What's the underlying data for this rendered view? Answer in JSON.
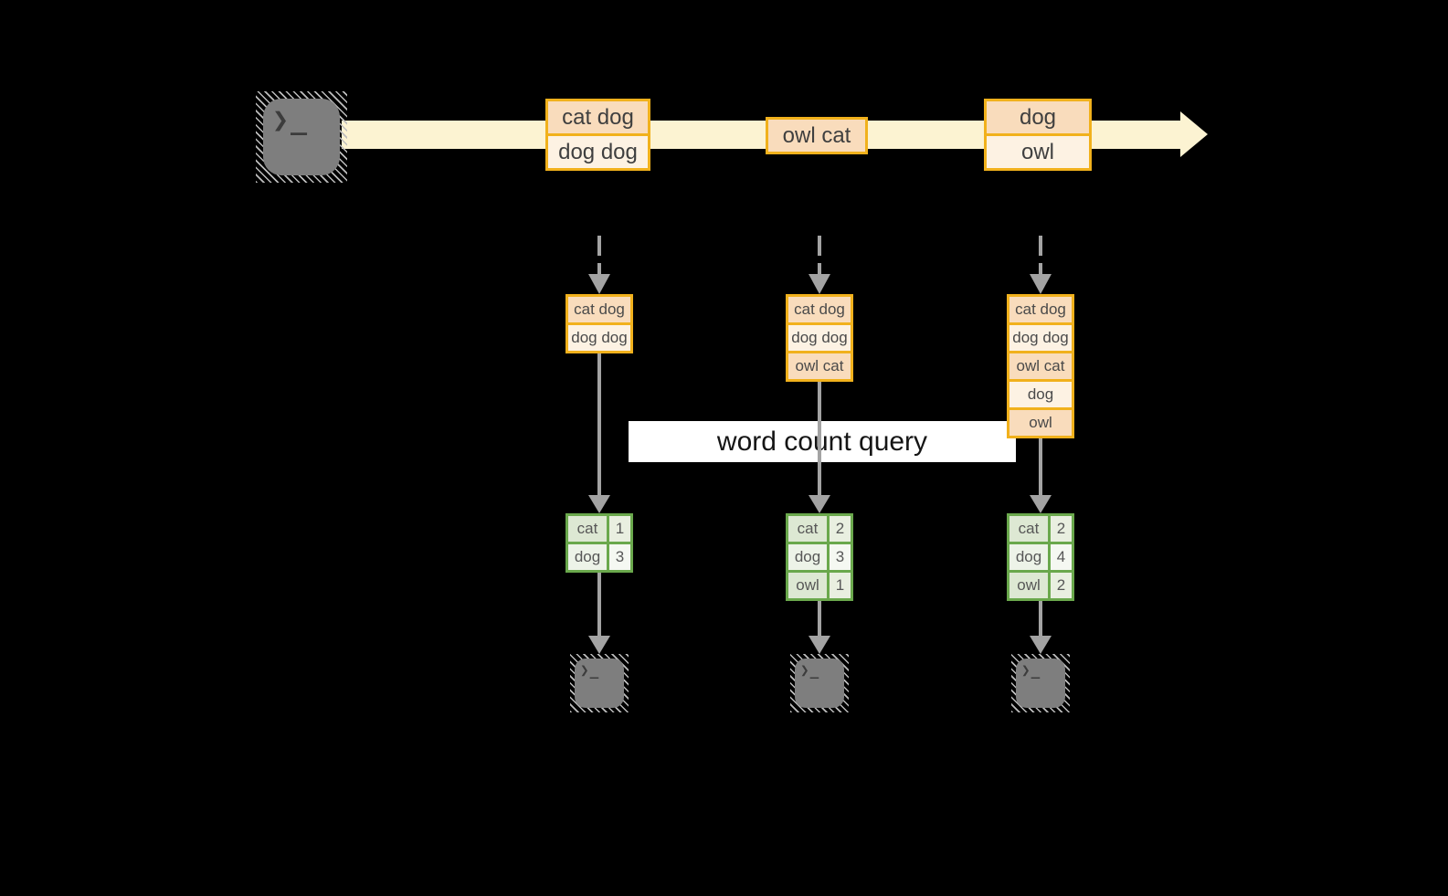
{
  "query_label": "word count query",
  "terminal_glyph": "❯_",
  "colors": {
    "background": "#000000",
    "stream_fill": "#fcf3d2",
    "record_border": "#f1b11c",
    "record_fill_dark": "#f9dcbc",
    "record_fill_light": "#fdf2e3",
    "table_border": "#6aa84c",
    "table_fill_dark": "#dde8d3",
    "table_fill_light": "#edf3e8",
    "arrow_gray": "#a3a3a3",
    "terminal_gray": "#7e7e7e",
    "query_band_bg": "#ffffff"
  },
  "stream": {
    "batches": [
      {
        "records": [
          "cat dog",
          "dog dog"
        ]
      },
      {
        "records": [
          "owl cat"
        ]
      },
      {
        "records": [
          "dog",
          "owl"
        ]
      }
    ]
  },
  "columns": [
    {
      "state_records": [
        "cat dog",
        "dog dog"
      ],
      "counts": [
        {
          "word": "cat",
          "count": 1
        },
        {
          "word": "dog",
          "count": 3
        }
      ]
    },
    {
      "state_records": [
        "cat dog",
        "dog dog",
        "owl cat"
      ],
      "counts": [
        {
          "word": "cat",
          "count": 2
        },
        {
          "word": "dog",
          "count": 3
        },
        {
          "word": "owl",
          "count": 1
        }
      ]
    },
    {
      "state_records": [
        "cat dog",
        "dog dog",
        "owl cat",
        "dog",
        "owl"
      ],
      "counts": [
        {
          "word": "cat",
          "count": 2
        },
        {
          "word": "dog",
          "count": 4
        },
        {
          "word": "owl",
          "count": 2
        }
      ]
    }
  ]
}
